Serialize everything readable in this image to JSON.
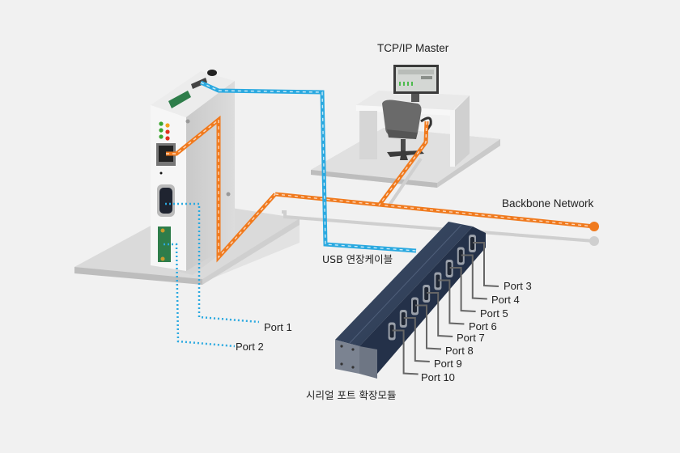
{
  "diagram": {
    "title": "Serial device server network diagram",
    "labels": {
      "master": "TCP/IP Master",
      "backbone": "Backbone Network",
      "usb_cable": "USB 연장케이블",
      "expansion_module": "시리얼 포트 확장모듈"
    },
    "ports": [
      {
        "id": "port1",
        "label": "Port 1",
        "source": "device-db9"
      },
      {
        "id": "port2",
        "label": "Port 2",
        "source": "device-terminal-block"
      },
      {
        "id": "port3",
        "label": "Port 3",
        "source": "expansion-module"
      },
      {
        "id": "port4",
        "label": "Port 4",
        "source": "expansion-module"
      },
      {
        "id": "port5",
        "label": "Port 5",
        "source": "expansion-module"
      },
      {
        "id": "port6",
        "label": "Port 6",
        "source": "expansion-module"
      },
      {
        "id": "port7",
        "label": "Port 7",
        "source": "expansion-module"
      },
      {
        "id": "port8",
        "label": "Port 8",
        "source": "expansion-module"
      },
      {
        "id": "port9",
        "label": "Port 9",
        "source": "expansion-module"
      },
      {
        "id": "port10",
        "label": "Port 10",
        "source": "expansion-module"
      }
    ],
    "nodes": [
      {
        "id": "device-server",
        "name": "Serial Device Server"
      },
      {
        "id": "master-station",
        "name": "TCP/IP Master workstation"
      },
      {
        "id": "expansion-module",
        "name": "Serial Port Expansion Module"
      }
    ],
    "links": [
      {
        "from": "device-server",
        "to": "backbone",
        "type": "ethernet",
        "color": "#f07a1e"
      },
      {
        "from": "master-station",
        "to": "backbone",
        "type": "ethernet",
        "color": "#f07a1e"
      },
      {
        "from": "device-server",
        "to": "expansion-module",
        "type": "usb",
        "color": "#2aa9e0"
      },
      {
        "from": "device-server",
        "to": "port1",
        "type": "serial",
        "color": "#2aa9e0"
      },
      {
        "from": "device-server",
        "to": "port2",
        "type": "serial",
        "color": "#2aa9e0"
      }
    ],
    "colors": {
      "background": "#f1f1f1",
      "ethernet": "#f07a1e",
      "usb": "#2aa9e0",
      "module": "#2e3d55",
      "leds_green": "#3aa52e",
      "leds_red": "#e0321c",
      "leds_orange": "#f4a21a"
    }
  }
}
